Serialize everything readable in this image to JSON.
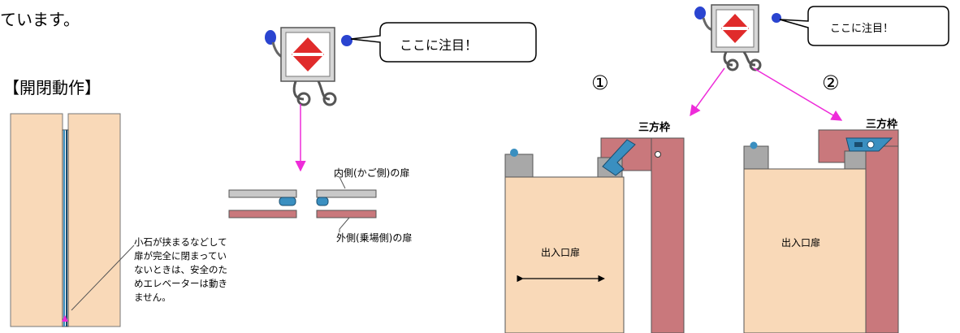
{
  "top_text": "ています。",
  "section_title": "【開閉動作】",
  "callout_left": "ここに注目！",
  "callout_right": "ここに注目！",
  "door_note_lines": [
    "小石が挟まるなどして",
    "扉が完全に閉まってい",
    "ないときは、安全のた",
    "めエレベーターは動き",
    "ません。"
  ],
  "label_inner_door": "内側(かご側)の扉",
  "label_outer_door": "外側(乗場側)の扉",
  "marker_1": "①",
  "marker_2": "②",
  "frame_label_1": "三方枠",
  "frame_label_2": "三方枠",
  "door_label_1": "出入口扉",
  "door_label_2": "出入口扉",
  "colors": {
    "door_fill": "#f9d9b8",
    "frame_fill": "#c9787c",
    "arrow_magenta": "#ee2bd9",
    "interlock_blue": "#3a8fc0",
    "gray_block": "#a8a8a8",
    "robot_red": "#e02b2b"
  },
  "icons": [
    "robot-mascot-icon",
    "robot-mascot-icon"
  ]
}
